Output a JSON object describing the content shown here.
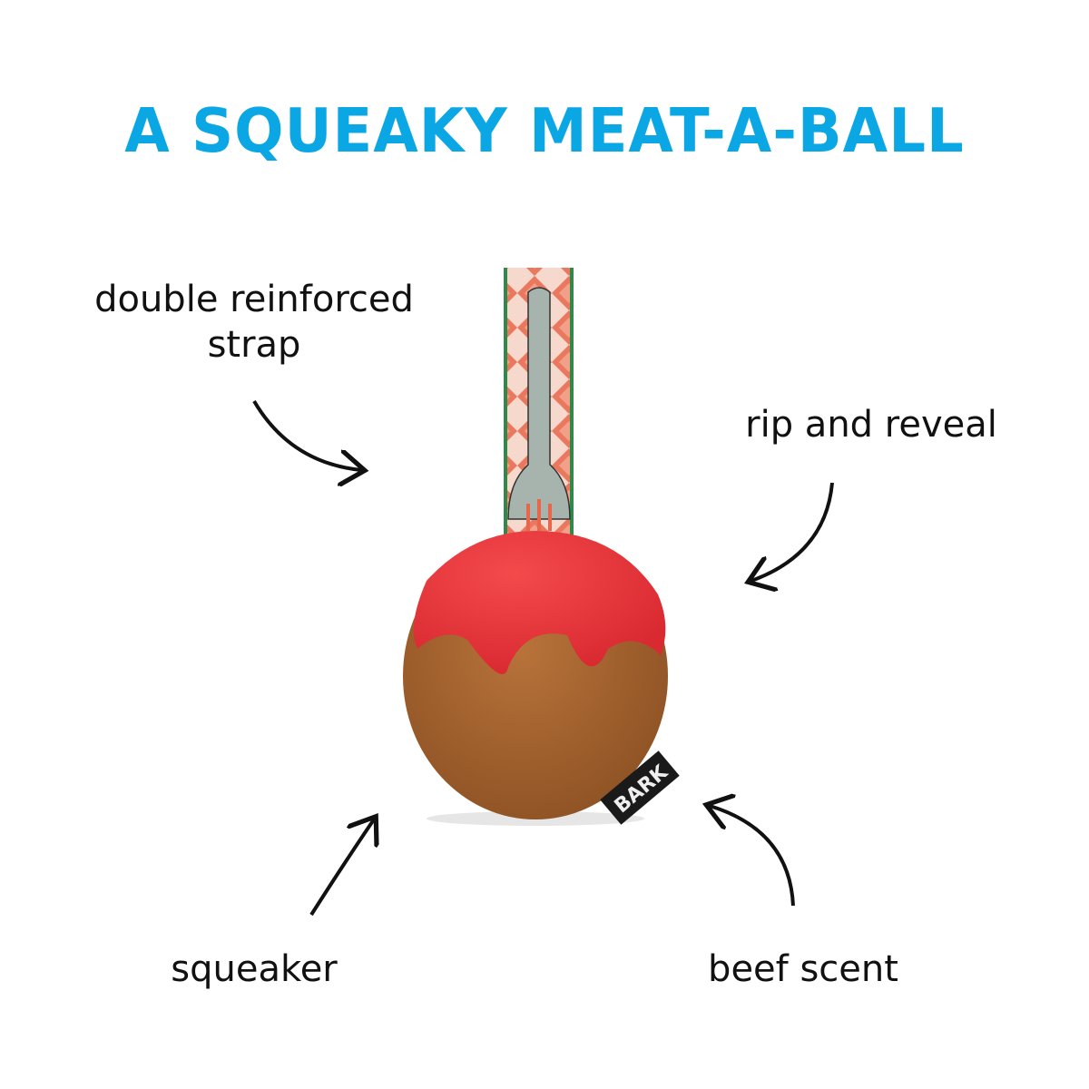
{
  "title": "A SQUEAKY MEAT-A-BALL",
  "labels": {
    "strap": "double reinforced strap",
    "reveal": "rip and reveal",
    "squeaker": "squeaker",
    "scent": "beef scent"
  },
  "product": {
    "tag_text": "BARK"
  },
  "colors": {
    "title": "#0ba7e5",
    "sauce": "#ec3b3f",
    "meatball": "#a8642f",
    "strap_stripe": "#e8674b"
  }
}
